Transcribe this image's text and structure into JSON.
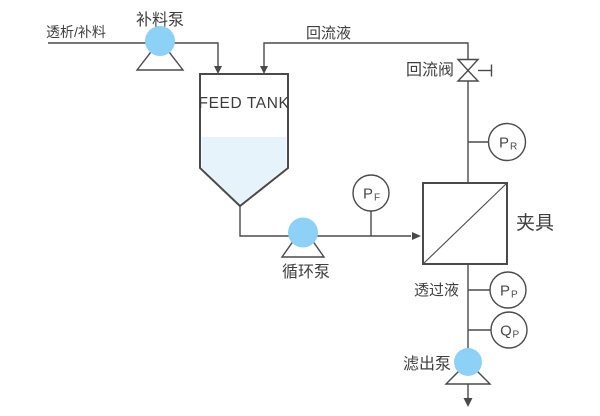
{
  "diagram": {
    "type": "process-flow-diagram",
    "labels": {
      "inlet": "透析/补料",
      "feed_pump": "补料泵",
      "reflux_line": "回流液",
      "reflux_valve": "回流阀",
      "feed_tank": "FEED TANK",
      "clamp": "夹具",
      "circulation_pump": "循环泵",
      "permeate": "透过液",
      "filtrate_pump": "滤出泵"
    },
    "gauges": {
      "pr": {
        "main": "P",
        "sub": "R"
      },
      "pf": {
        "main": "P",
        "sub": "F"
      },
      "pp": {
        "main": "P",
        "sub": "P"
      },
      "qp": {
        "main": "Q",
        "sub": "P"
      }
    },
    "colors": {
      "line": "#4a4a4a",
      "text": "#3f3f3f",
      "pump": "#8ed1f6",
      "liquid": "#e7f3fb",
      "background": "#ffffff"
    }
  }
}
